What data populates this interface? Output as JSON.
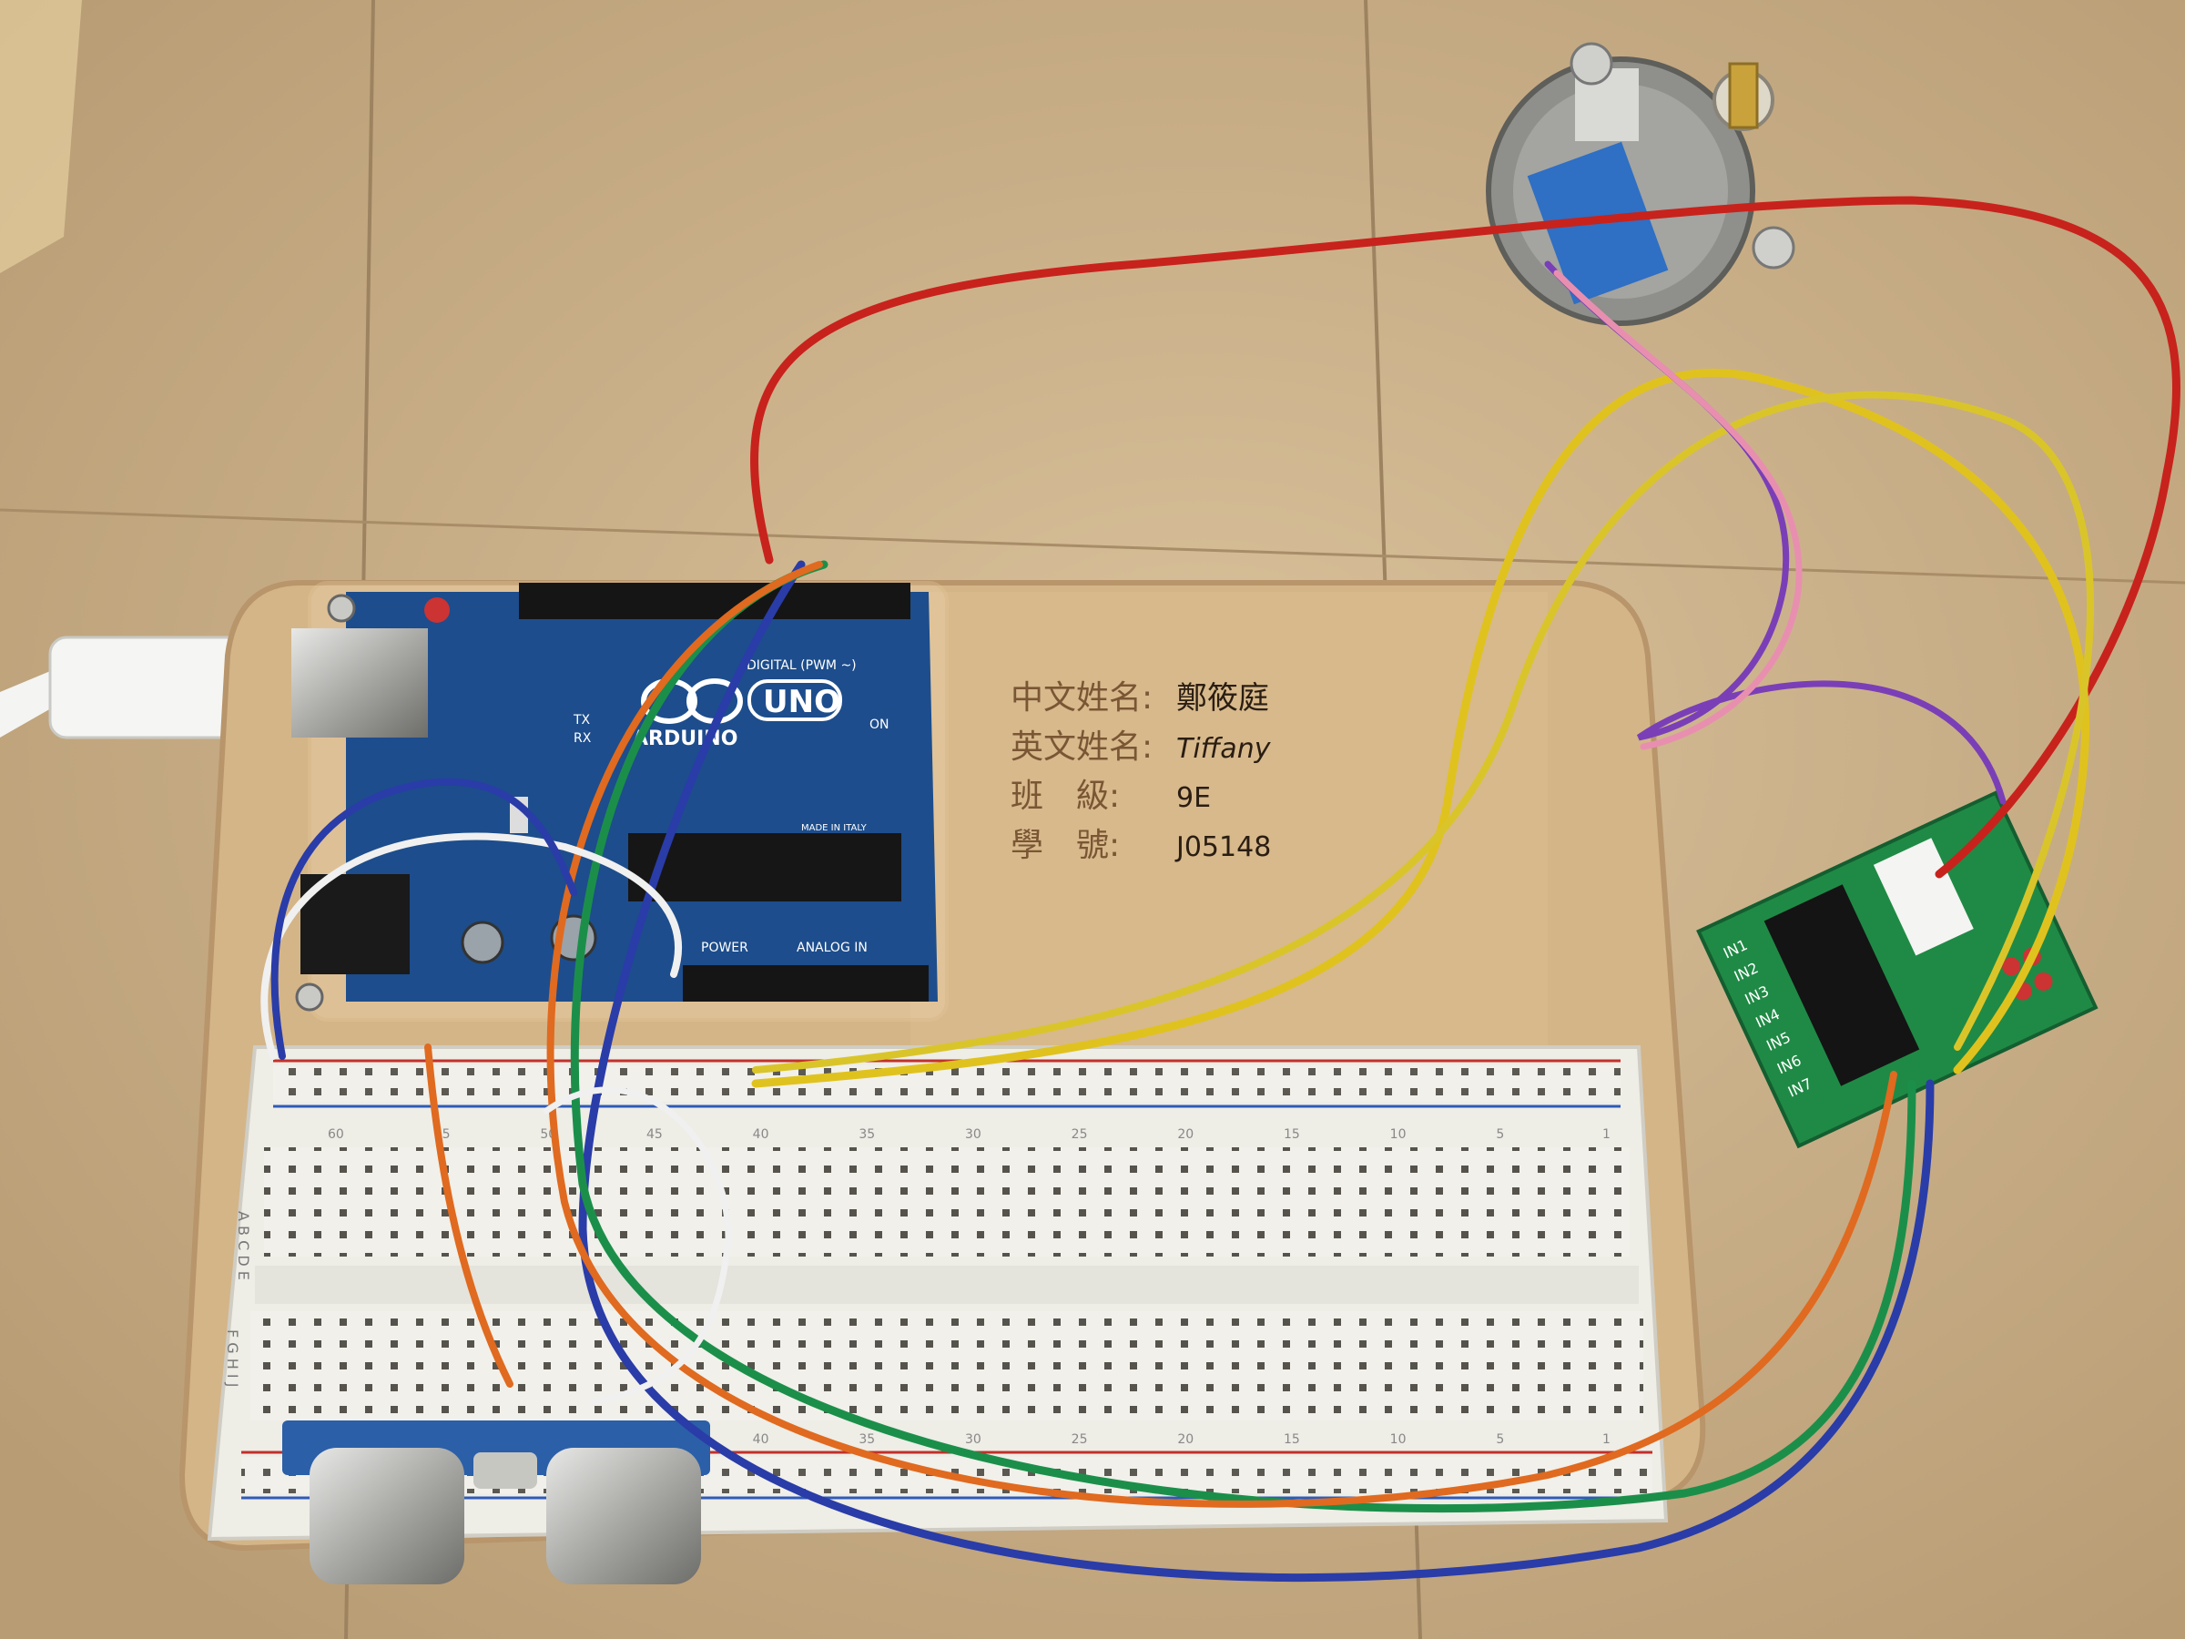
{
  "board": {
    "brand": "ARDUINO",
    "model": "UNO",
    "header_digital": "DIGITAL (PWM ~)",
    "header_power": "POWER",
    "header_analog": "ANALOG IN",
    "on_label": "ON",
    "tx_label": "TX",
    "rx_label": "RX",
    "made_in": "MADE IN ITALY"
  },
  "label_card": {
    "rows": [
      {
        "key": "中文姓名:",
        "value": "鄭筱庭"
      },
      {
        "key": "英文姓名:",
        "value": "Tiffany"
      },
      {
        "key": "班　級:",
        "value": "9E"
      },
      {
        "key": "學　號:",
        "value": "J05148"
      }
    ]
  },
  "driver_board": {
    "pins": [
      "IN1",
      "IN2",
      "IN3",
      "IN4",
      "IN5",
      "IN6",
      "IN7"
    ]
  },
  "breadboard": {
    "rows_top": "A B C D E",
    "rows_bottom": "F G H I J",
    "numbers": [
      "60",
      "55",
      "50",
      "45",
      "40",
      "35",
      "30",
      "25",
      "20",
      "15",
      "10",
      "5",
      "1"
    ]
  },
  "colors": {
    "wood": "#d2b486",
    "pcb": "#1d4d8c",
    "driver_pcb": "#1f8a45",
    "wire_red": "#c8221c",
    "wire_yellow": "#e0c21e",
    "wire_blue": "#2a3ca8",
    "wire_green": "#1b8f4a",
    "wire_orange": "#e06a1f",
    "wire_white": "#f0f0f0"
  }
}
